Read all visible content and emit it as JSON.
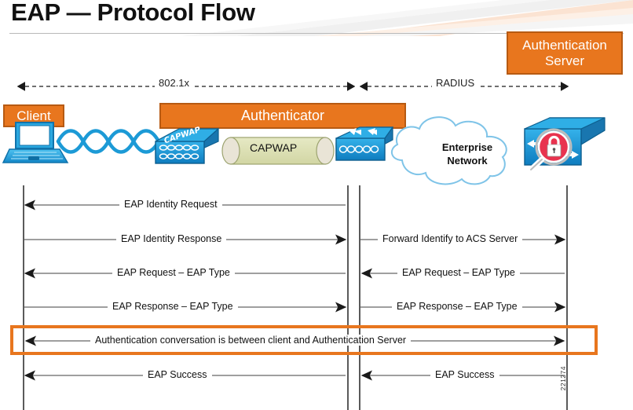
{
  "page": {
    "title": "EAP — Protocol Flow",
    "figure_id": "221274",
    "accent_orange": "#E8761E",
    "accent_orange_border": "#B75A12",
    "cisco_blue": "#1C9AD6",
    "capwap_tunnel_fill": "#DDE0B5"
  },
  "boxes": {
    "client": "Client",
    "authenticator": "Authenticator",
    "auth_server": "Authentication\nServer",
    "auth_server_line1": "Authentication",
    "auth_server_line2": "Server"
  },
  "spans": [
    {
      "name": "8021x",
      "label": "802.1x"
    },
    {
      "name": "radius",
      "label": "RADIUS"
    }
  ],
  "network": {
    "capwap_tunnel_label": "CAPWAP",
    "ap_badge_label": "CAPWAP",
    "enterprise_line1": "Enterprise",
    "enterprise_line2": "Network"
  },
  "messages": {
    "left": [
      {
        "label": "EAP Identity Request",
        "dir": "left"
      },
      {
        "label": "EAP Identity Response",
        "dir": "right"
      },
      {
        "label": "EAP Request – EAP Type",
        "dir": "left"
      },
      {
        "label": "EAP Response – EAP Type",
        "dir": "right"
      },
      {
        "label": "EAP Success",
        "dir": "left"
      }
    ],
    "right": [
      {
        "label": "Forward Identify to ACS Server",
        "dir": "right"
      },
      {
        "label": "EAP Request – EAP Type",
        "dir": "left"
      },
      {
        "label": "EAP Response – EAP Type",
        "dir": "right"
      },
      {
        "label": "EAP Success",
        "dir": "left"
      }
    ],
    "full_width": {
      "label": "Authentication conversation is between client and Authentication Server",
      "dir": "both"
    }
  }
}
